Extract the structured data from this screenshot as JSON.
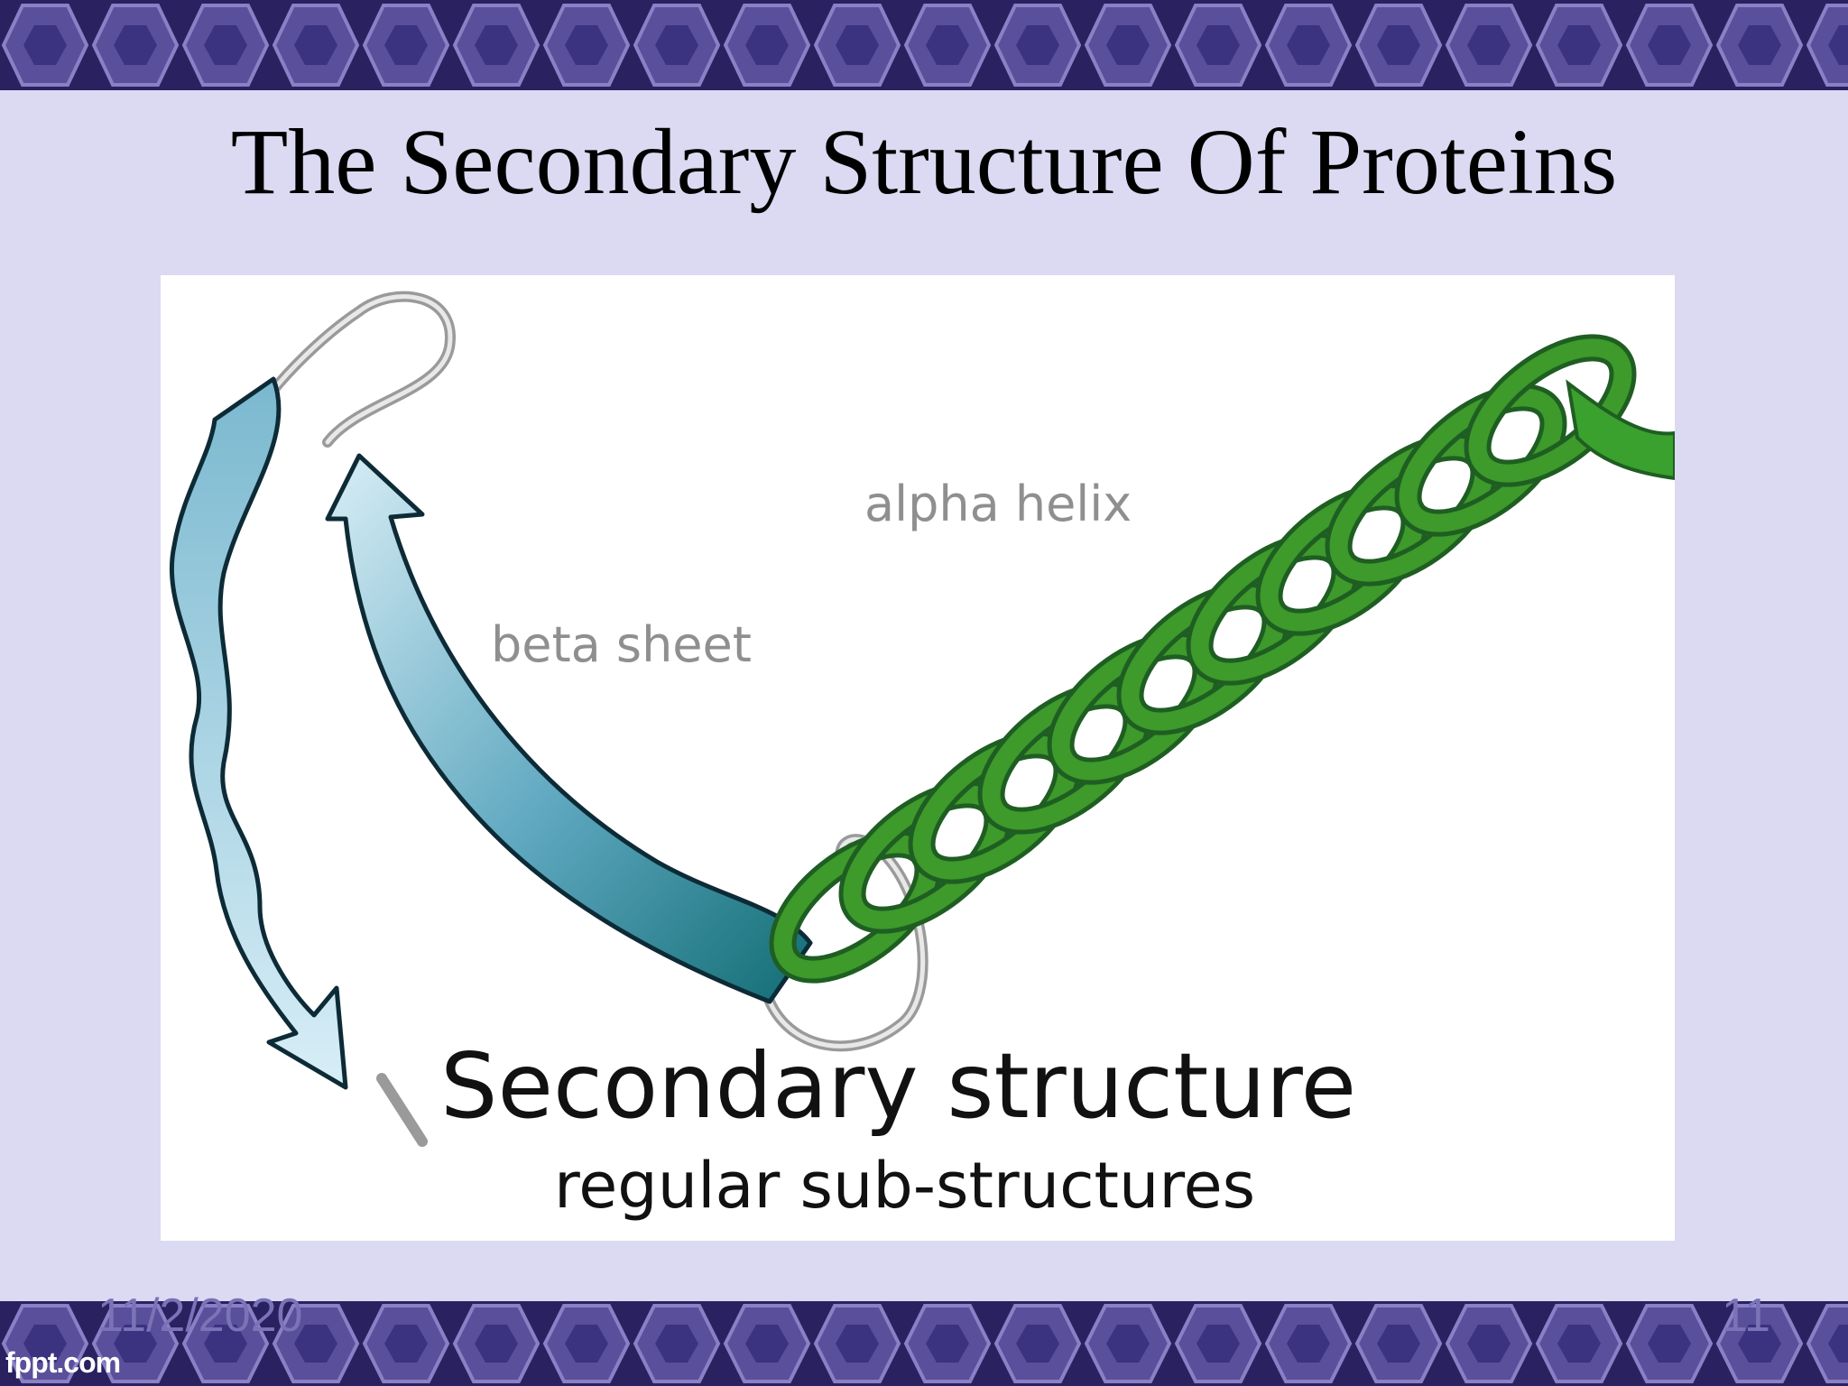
{
  "slide": {
    "title": "The Secondary Structure Of Proteins",
    "date": "11/2/2020",
    "page_number": "11",
    "logo_text": "fppt.com"
  },
  "figure": {
    "labels": {
      "alpha_helix": "alpha helix",
      "beta_sheet": "beta sheet",
      "heading": "Secondary structure",
      "subheading": "regular sub-structures"
    }
  },
  "colors": {
    "background": "#dcdaf2",
    "band": "#2a2160",
    "helix": "#3d9a2b",
    "beta_strand": "#2a7f94",
    "footer_text": "#7a73b8"
  }
}
